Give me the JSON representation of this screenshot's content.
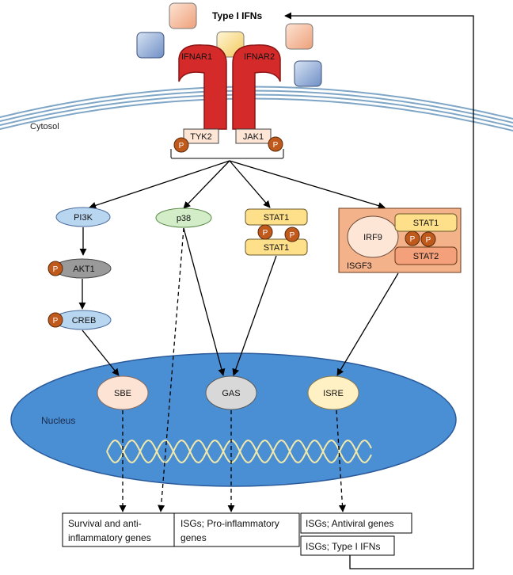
{
  "title": "Type I IFNs",
  "receptors": {
    "ifnar1": "IFNAR1",
    "ifnar2": "IFNAR2"
  },
  "compartments": {
    "cytosol": "Cytosol",
    "nucleus": "Nucleus"
  },
  "kinases": {
    "tyk2": "TYK2",
    "jak1": "JAK1"
  },
  "phospho_label": "P",
  "pathway": {
    "pi3k": "PI3K",
    "akt1": "AKT1",
    "creb": "CREB",
    "p38": "p38",
    "stat1_top": "STAT1",
    "stat1_bottom": "STAT1",
    "irf9": "IRF9",
    "isgf3_stat1": "STAT1",
    "isgf3_stat2": "STAT2",
    "isgf3": "ISGF3"
  },
  "elements": {
    "sbe": "SBE",
    "gas": "GAS",
    "isre": "ISRE"
  },
  "outputs": {
    "survival_line1": "Survival and anti-",
    "survival_line2": "inflammatory genes",
    "proinfl_line1": "ISGs; Pro-inflammatory",
    "proinfl_line2": "genes",
    "antiviral": "ISGs; Antiviral genes",
    "type1": "ISGs; Type I IFNs"
  },
  "colors": {
    "receptor_red": "#d42a2a",
    "nucleus_blue": "#4a8fd4",
    "phospho_brown": "#c05a1c",
    "stat_yellow": "#ffe08a",
    "pi3k_blue": "#b9d6f0",
    "akt_gray": "#9a9a9a",
    "p38_green": "#d4edc9",
    "isgf3_bg": "#f4b28a",
    "membrane_blue": "#7fa6c6"
  }
}
